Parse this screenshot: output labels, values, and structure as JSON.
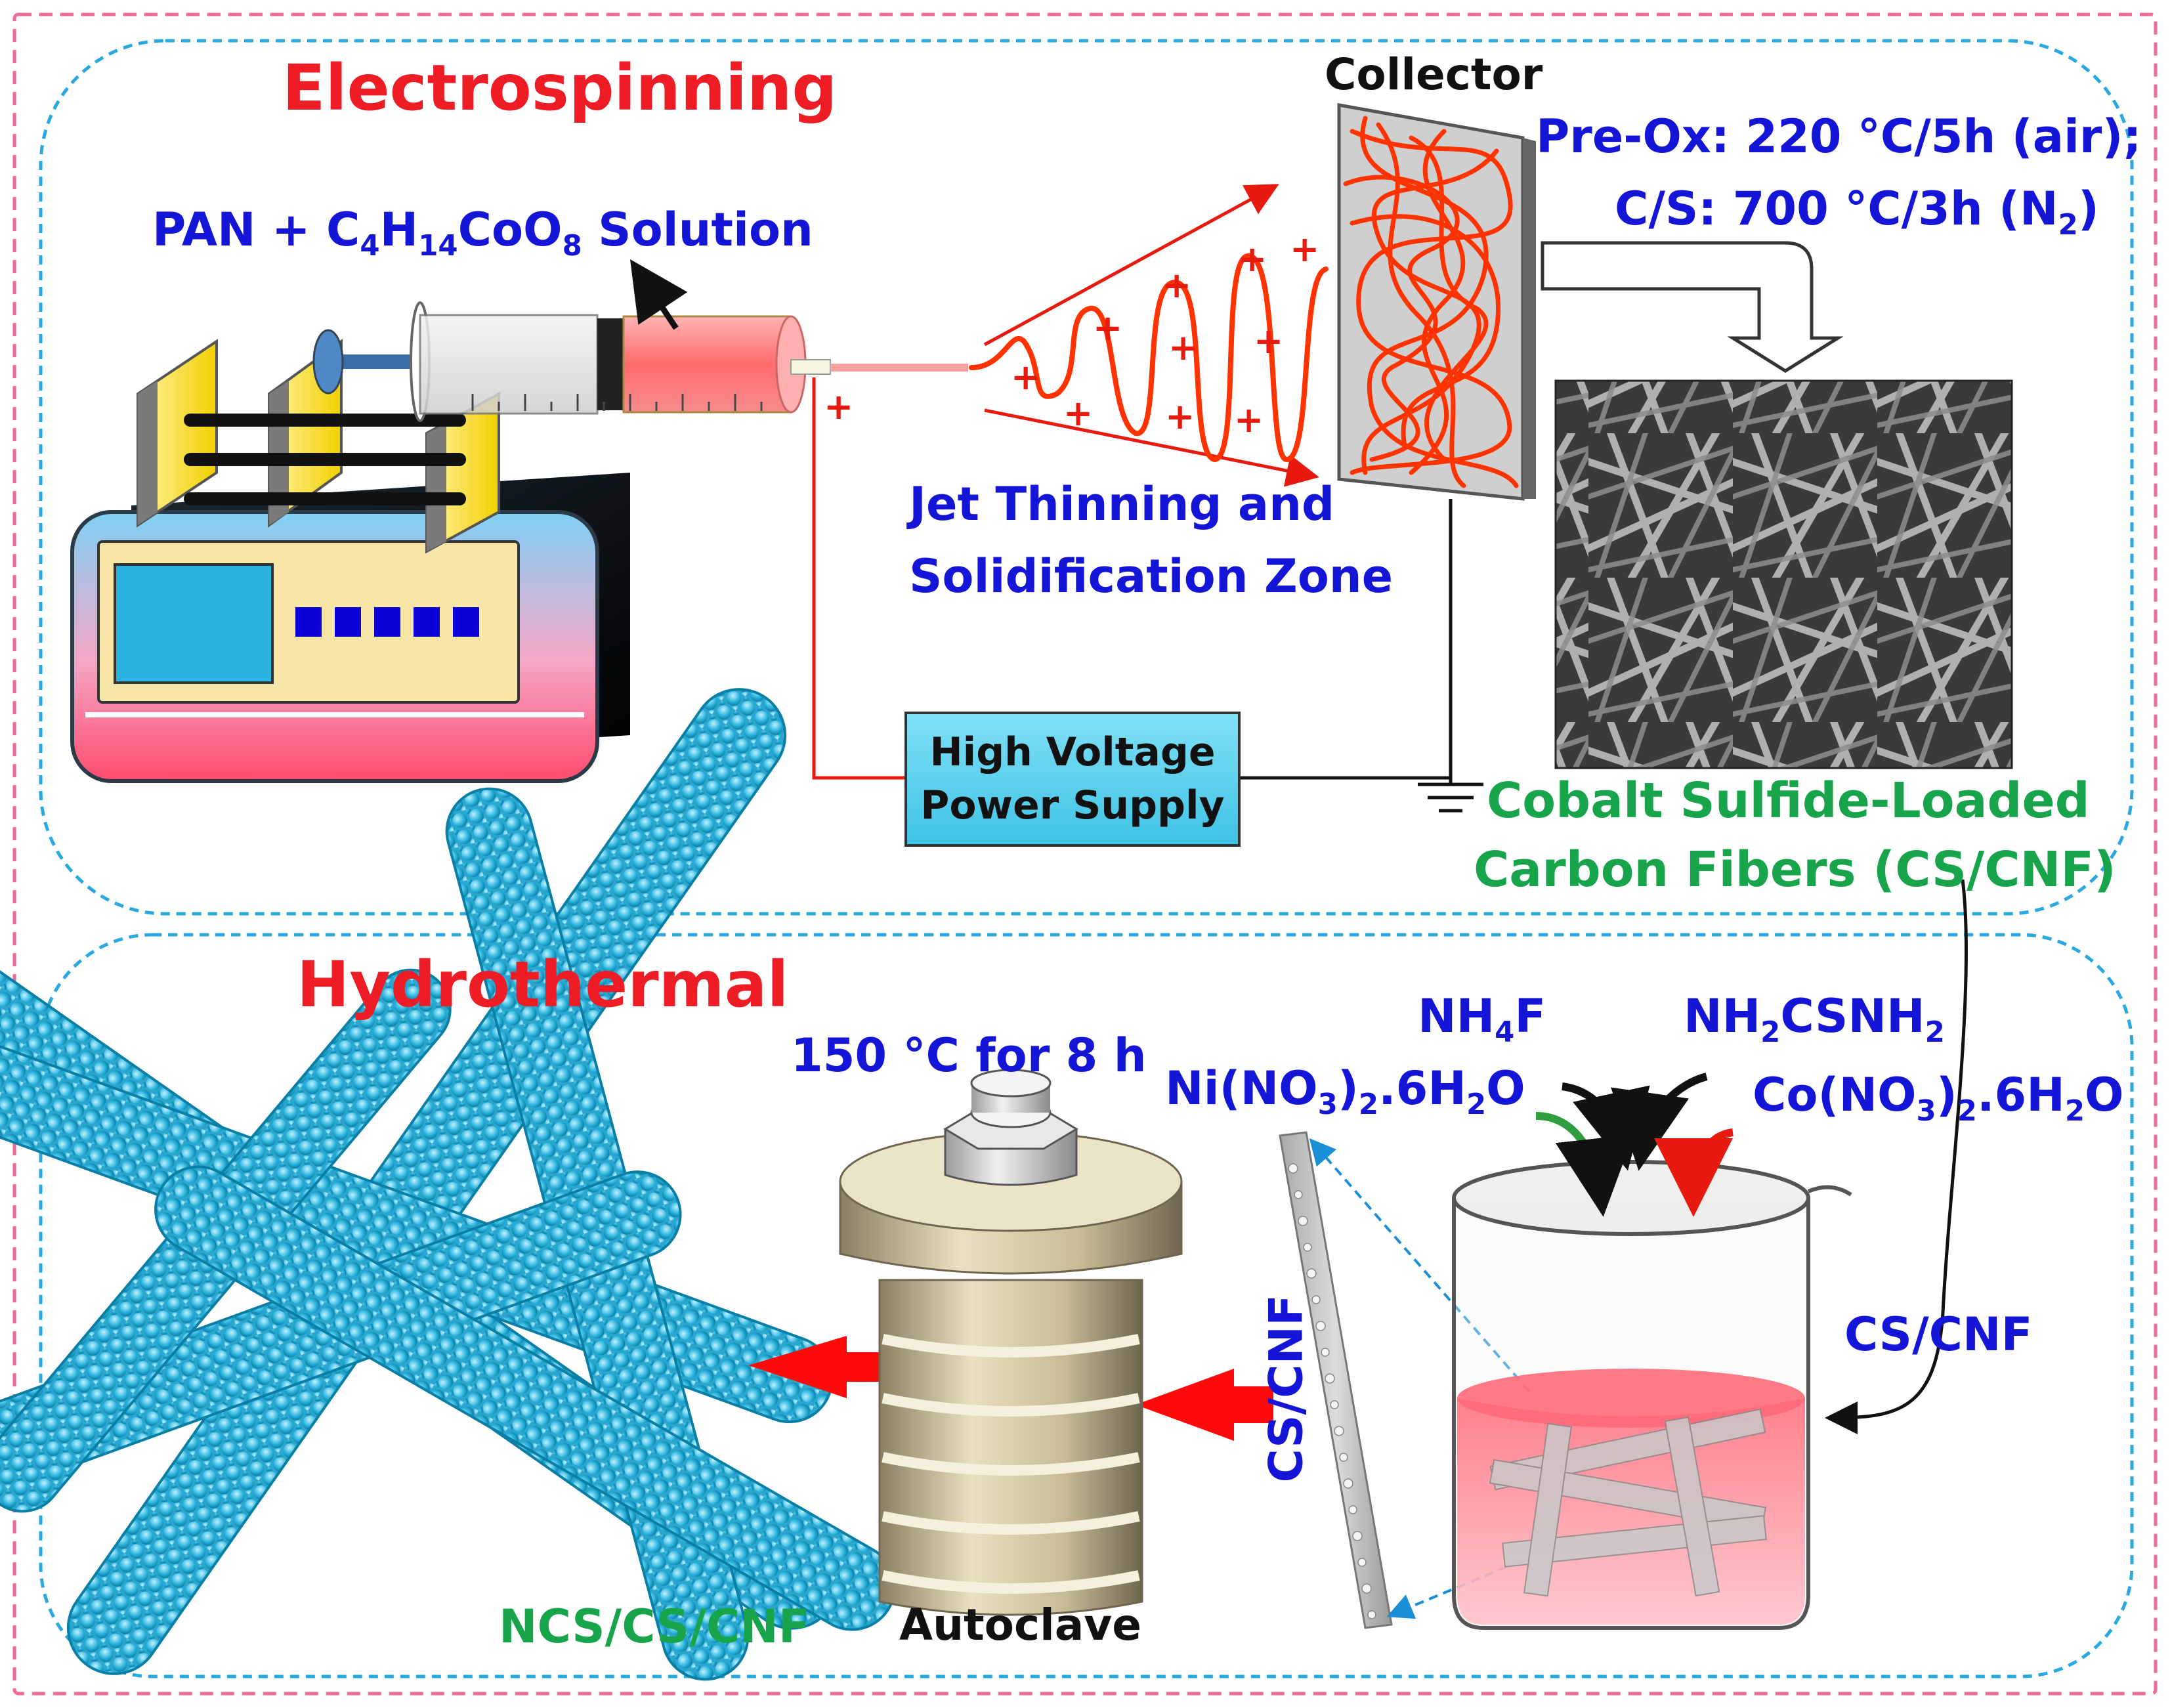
{
  "sections": {
    "electrospinning_title": "Electrospinning",
    "hydrothermal_title": "Hydrothermal"
  },
  "electrospinning": {
    "solution_prefix": "PAN + C",
    "solution_sub1": "4",
    "solution_mid1": "H",
    "solution_sub2": "14",
    "solution_mid2": "CoO",
    "solution_sub3": "8",
    "solution_suffix": " Solution",
    "collector": "Collector",
    "preox": "Pre-Ox: 220 °C/5h (air);",
    "cs_prefix": "C/S: 700 °C/3h (N",
    "cs_sub": "2",
    "cs_suffix": ")",
    "jet_line1": "Jet Thinning and",
    "jet_line2": "Solidification Zone",
    "hv_line1": "High Voltage",
    "hv_line2": "Power Supply",
    "product_line1": "Cobalt Sulfide-Loaded",
    "product_line2": "Carbon Fibers (CS/CNF)",
    "plus_sign": "+"
  },
  "hydrothermal": {
    "condition": "150 °C for 8 h",
    "autoclave": "Autoclave",
    "product": "NCS/CS/CNF",
    "fiber_label_rotated": "CS/CNF",
    "fiber_label_beaker": "CS/CNF",
    "reagent_nh4f_a": "NH",
    "reagent_nh4f_sub": "4",
    "reagent_nh4f_b": "F",
    "reagent_thiourea_a": "NH",
    "reagent_thiourea_sub": "2",
    "reagent_thiourea_b": "CSNH",
    "reagent_thiourea_sub2": "2",
    "reagent_ni_a": "Ni(NO",
    "reagent_ni_sub1": "3",
    "reagent_ni_b": ")",
    "reagent_ni_sub2": "2",
    "reagent_ni_c": ".6H",
    "reagent_ni_sub3": "2",
    "reagent_ni_d": "O",
    "reagent_co_a": "Co(NO",
    "reagent_co_sub1": "3",
    "reagent_co_b": ")",
    "reagent_co_sub2": "2",
    "reagent_co_c": ".6H",
    "reagent_co_sub3": "2",
    "reagent_co_d": "O"
  },
  "colors": {
    "section_title": "#ee1c24",
    "label_blue": "#1515d8",
    "label_green": "#17a44a",
    "frame_outer": "#f06a9a",
    "frame_inner": "#2aa8e0",
    "fiber_red": "#ff3300",
    "nanofiber_cyan": "#2fb7e0"
  }
}
